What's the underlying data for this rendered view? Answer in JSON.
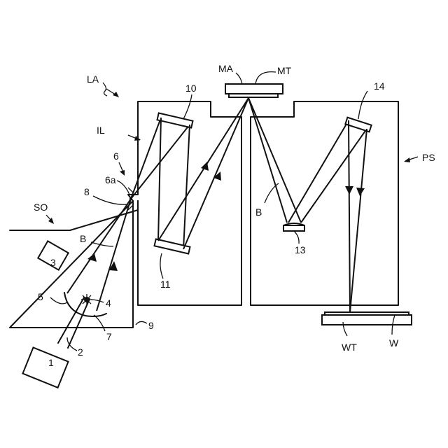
{
  "labels": {
    "LA": "LA",
    "MA": "MA",
    "MT": "MT",
    "IL": "IL",
    "PS": "PS",
    "SO": "SO",
    "B1": "B",
    "B2": "B",
    "WT": "WT",
    "W": "W",
    "n1": "1",
    "n2": "2",
    "n3": "3",
    "n4": "4",
    "n5": "5",
    "n6": "6",
    "n6a": "6a",
    "n7": "7",
    "n8": "8",
    "n9": "9",
    "n10": "10",
    "n11": "11",
    "n13": "13",
    "n14": "14"
  }
}
